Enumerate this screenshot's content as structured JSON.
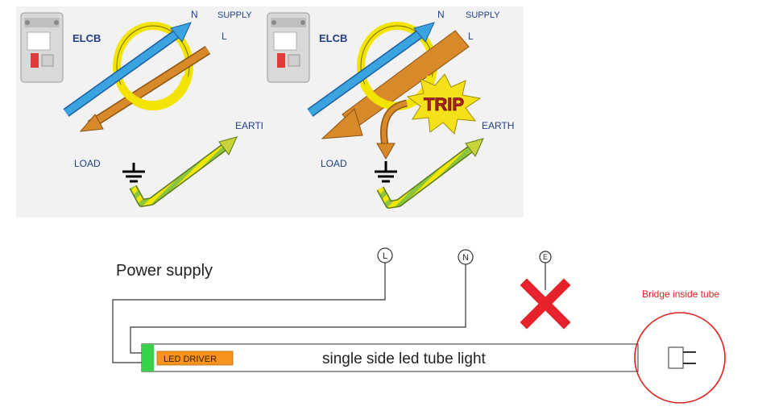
{
  "top_panels": [
    {
      "device_label": "ELCB",
      "supply_label": "SUPPLY",
      "n_label": "N",
      "l_label": "L",
      "load_label": "LOAD",
      "earth_label": "EARTH"
    },
    {
      "device_label": "ELCB",
      "supply_label": "SUPPLY",
      "n_label": "N",
      "l_label": "L",
      "load_label": "LOAD",
      "earth_label": "EARTH",
      "trip_label": "TRIP"
    }
  ],
  "wiring": {
    "power_supply_label": "Power supply",
    "terminal_l": "L",
    "terminal_n": "N",
    "terminal_e": "E",
    "driver_label": "LED DRIVER",
    "tube_label": "single side led tube light",
    "bridge_label": "Bridge inside tube"
  },
  "colors": {
    "neutral_blue": "#3aa3e0",
    "live_orange": "#d88a2a",
    "ring_yellow": "#f3e400",
    "earth_green": "#8cc63f",
    "earth_yellow": "#f2e600",
    "trip_star": "#f5e11a",
    "trip_text": "#b22222",
    "label_blue": "#1f3f87",
    "driver_orange": "#f7941d",
    "driver_green": "#3ad14a",
    "cross_red": "#e8222a",
    "bridge_red": "#e02020"
  }
}
